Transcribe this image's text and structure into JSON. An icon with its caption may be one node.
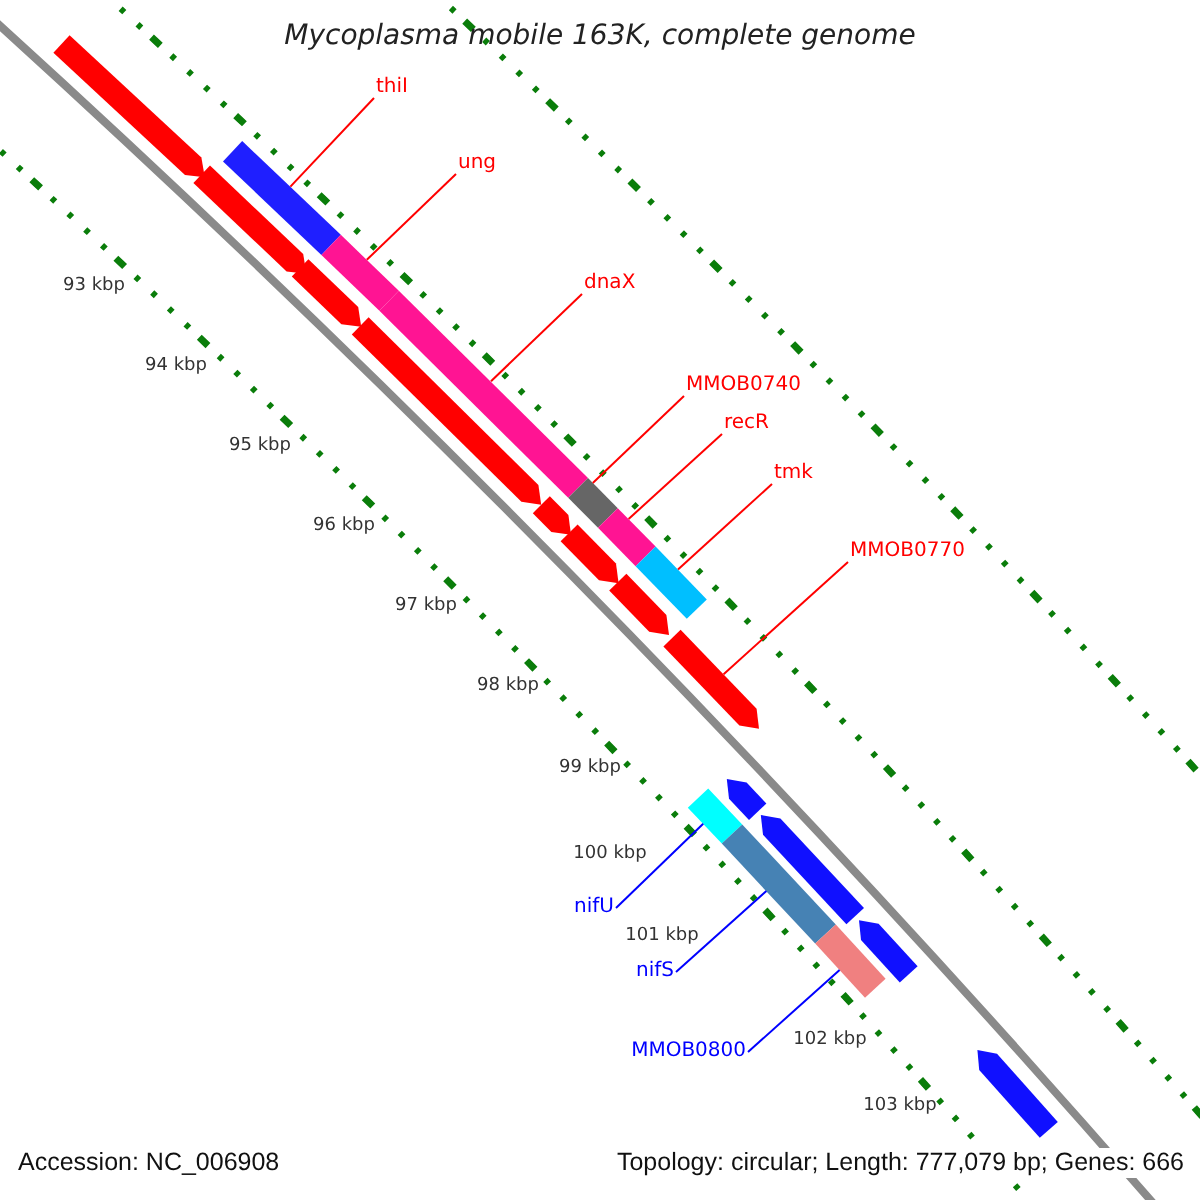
{
  "diagram": {
    "title": "Mycoplasma mobile 163K, complete genome",
    "nodes": [
      {
        "text": [
          "thiI"
        ]
      },
      {
        "text": [
          "ung"
        ]
      },
      {
        "text": [
          "dnaX"
        ]
      },
      {
        "text": [
          "MMOB0740"
        ]
      },
      {
        "text": [
          "recR"
        ]
      },
      {
        "text": [
          "tmk"
        ]
      },
      {
        "text": [
          "MMOB0770"
        ]
      },
      {
        "text": [
          "nifU"
        ]
      },
      {
        "text": [
          "nifS"
        ]
      },
      {
        "text": [
          "MMOB0800"
        ]
      },
      {
        "text": [],
        "shape": "bar"
      },
      {
        "text": [],
        "shape": "bar"
      },
      {
        "text": [],
        "shape": "bar"
      },
      {
        "text": [],
        "shape": "bar"
      },
      {
        "text": [],
        "shape": "bar"
      },
      {
        "text": [],
        "shape": "bar"
      },
      {
        "text": [],
        "shape": "bar"
      },
      {
        "text": [],
        "shape": "bar"
      },
      {
        "text": [],
        "shape": "bar"
      },
      {
        "text": [],
        "shape": "bar"
      },
      {
        "text": [],
        "shape": "bar"
      },
      {
        "text": [],
        "shape": "bar"
      },
      {
        "text": [],
        "shape": "bar"
      },
      {
        "text": [],
        "shape": "bar"
      },
      {
        "text": [],
        "shape": "bar"
      },
      {
        "text": [],
        "shape": "bar"
      },
      {
        "text": [],
        "shape": "bar"
      },
      {
        "text": [],
        "shape": "bar"
      },
      {
        "text": [],
        "shape": "bar"
      },
      {
        "text": [],
        "shape": "bar"
      },
      {
        "text": [],
        "shape": "bar"
      }
    ],
    "edges": [
      {
        "from": 0,
        "to": 10,
        "arrow": "none"
      },
      {
        "from": 1,
        "to": 11,
        "arrow": "none"
      },
      {
        "from": 2,
        "to": 12,
        "arrow": "none"
      },
      {
        "from": 3,
        "to": 13,
        "arrow": "none"
      },
      {
        "from": 4,
        "to": 14,
        "arrow": "none"
      },
      {
        "from": 5,
        "to": 15,
        "arrow": "none"
      },
      {
        "from": 6,
        "to": 16,
        "arrow": "none"
      },
      {
        "from": 7,
        "to": 17,
        "arrow": "none",
        "color": "#0000ff"
      },
      {
        "from": 8,
        "to": 18,
        "arrow": "none",
        "color": "#0000ff"
      },
      {
        "from": 9,
        "to": 19,
        "arrow": "none",
        "color": "#0000ff"
      }
    ],
    "labels": [
      "93 kbp",
      "94 kbp",
      "95 kbp",
      "96 kbp",
      "97 kbp",
      "98 kbp",
      "99 kbp",
      "100 kbp",
      "101 kbp",
      "102 kbp",
      "103 kbp",
      "Accession: NC_006908",
      "Topology: circular; Length: 777,079 bp; Genes: 666"
    ]
  }
}
